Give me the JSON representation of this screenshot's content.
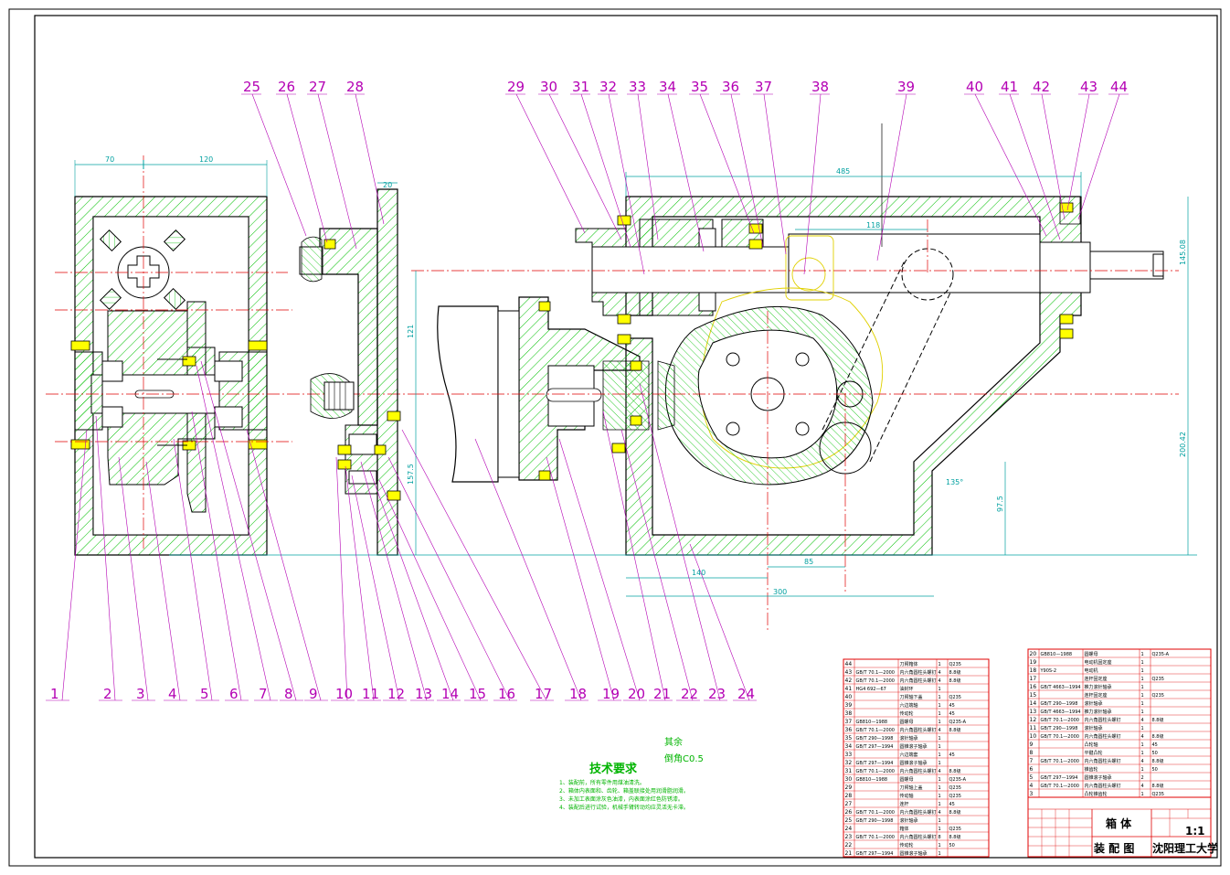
{
  "balloons_top": [
    "25",
    "26",
    "27",
    "28",
    "29",
    "30",
    "31",
    "32",
    "33",
    "34",
    "35",
    "36",
    "37",
    "38",
    "39",
    "40",
    "41",
    "42",
    "43",
    "44"
  ],
  "balloons_bottom": [
    "1",
    "2",
    "3",
    "4",
    "5",
    "6",
    "7",
    "8",
    "9",
    "10",
    "11",
    "12",
    "13",
    "14",
    "15",
    "16",
    "17",
    "18",
    "19",
    "20",
    "21",
    "22",
    "23",
    "24"
  ],
  "dimensions": {
    "d70": "70",
    "d120": "120",
    "d20": "20",
    "d485": "485",
    "d118": "118",
    "d140": "140",
    "d300": "300",
    "d85": "85",
    "d97_5": "97.5",
    "d145_8": "145.08",
    "d200_42": "200.42",
    "d157_5": "157.5",
    "d121": "121",
    "d135": "135°"
  },
  "tech_requirements": {
    "title": "技术要求",
    "lines": [
      "1、装配前，所有零件用煤油清洗。",
      "2、箱体内表面和、齿轮、箱盖联接处用润滑脂润滑。",
      "3、未加工表面涂灰色油漆，内表面涂红色防锈漆。",
      "4、装配后进行试验，机械手臂转动均应灵活无卡滞。"
    ]
  },
  "roughness": {
    "line1": "其余",
    "line2": "倒角C0.5"
  },
  "bom_left": [
    {
      "no": "44",
      "name": "刀臂箱体",
      "qty": "1",
      "mat": "Q235",
      "std": ""
    },
    {
      "no": "43",
      "name": "内六角圆柱头螺钉",
      "qty": "4",
      "mat": "8.8级",
      "std": "GB/T 70.1—2000"
    },
    {
      "no": "42",
      "name": "内六角圆柱头螺钉",
      "qty": "4",
      "mat": "8.8级",
      "std": "GB/T 70.1—2000"
    },
    {
      "no": "41",
      "name": "油封环",
      "qty": "1",
      "mat": "",
      "std": "HG4 692—67"
    },
    {
      "no": "40",
      "name": "刀臂轴下盖",
      "qty": "1",
      "mat": "Q235",
      "std": ""
    },
    {
      "no": "39",
      "name": "六边端轴",
      "qty": "1",
      "mat": "45",
      "std": ""
    },
    {
      "no": "38",
      "name": "传动轮",
      "qty": "1",
      "mat": "45",
      "std": ""
    },
    {
      "no": "37",
      "name": "圆螺母",
      "qty": "1",
      "mat": "Q235-A",
      "std": "GB810—1988"
    },
    {
      "no": "36",
      "name": "内六角圆柱头螺钉",
      "qty": "4",
      "mat": "8.8级",
      "std": "GB/T 70.1—2000"
    },
    {
      "no": "35",
      "name": "滚针轴承",
      "qty": "1",
      "mat": "",
      "std": "GB/T 290—1998"
    },
    {
      "no": "34",
      "name": "圆锥滚子轴承",
      "qty": "1",
      "mat": "",
      "std": "GB/T 297—1994"
    },
    {
      "no": "33",
      "name": "六边端套",
      "qty": "1",
      "mat": "45",
      "std": ""
    },
    {
      "no": "32",
      "name": "圆锥滚子轴承",
      "qty": "1",
      "mat": "",
      "std": "GB/T 297—1994"
    },
    {
      "no": "31",
      "name": "内六角圆柱头螺钉",
      "qty": "4",
      "mat": "8.8级",
      "std": "GB/T 70.1—2000"
    },
    {
      "no": "30",
      "name": "圆螺母",
      "qty": "1",
      "mat": "Q235-A",
      "std": "GB810—1988"
    },
    {
      "no": "29",
      "name": "刀臂轴上盖",
      "qty": "1",
      "mat": "Q235",
      "std": ""
    },
    {
      "no": "28",
      "name": "传动轴",
      "qty": "1",
      "mat": "Q235",
      "std": ""
    },
    {
      "no": "27",
      "name": "连杆",
      "qty": "1",
      "mat": "45",
      "std": ""
    },
    {
      "no": "26",
      "name": "内六角圆柱头螺钉",
      "qty": "4",
      "mat": "8.8级",
      "std": "GB/T 70.1—2000"
    },
    {
      "no": "25",
      "name": "滚针轴承",
      "qty": "1",
      "mat": "",
      "std": "GB/T 290—1998"
    },
    {
      "no": "24",
      "name": "箱体",
      "qty": "1",
      "mat": "Q235",
      "std": ""
    },
    {
      "no": "23",
      "name": "内六角圆柱头螺钉",
      "qty": "8",
      "mat": "8.8级",
      "std": "GB/T 70.1—2000"
    },
    {
      "no": "22",
      "name": "传动轮",
      "qty": "1",
      "mat": "50",
      "std": ""
    },
    {
      "no": "21",
      "name": "圆锥滚子轴承",
      "qty": "1",
      "mat": "",
      "std": "GB/T 297—1994"
    }
  ],
  "bom_right": [
    {
      "no": "20",
      "name": "圆螺母",
      "qty": "1",
      "mat": "Q235-A",
      "std": "GB810—1988"
    },
    {
      "no": "19",
      "name": "电动机固定座",
      "qty": "1",
      "mat": "",
      "std": ""
    },
    {
      "no": "18",
      "name": "电动机",
      "qty": "1",
      "mat": "",
      "std": "Y90S-2"
    },
    {
      "no": "17",
      "name": "连杆固定座",
      "qty": "1",
      "mat": "Q235",
      "std": ""
    },
    {
      "no": "16",
      "name": "推力滚针轴承",
      "qty": "1",
      "mat": "",
      "std": "GB/T 4663—1994"
    },
    {
      "no": "15",
      "name": "连杆固定座",
      "qty": "1",
      "mat": "Q235",
      "std": ""
    },
    {
      "no": "14",
      "name": "滚针轴承",
      "qty": "1",
      "mat": "",
      "std": "GB/T 290—1998"
    },
    {
      "no": "13",
      "name": "推力滚针轴承",
      "qty": "1",
      "mat": "",
      "std": "GB/T 4663—1994"
    },
    {
      "no": "12",
      "name": "内六角圆柱头螺钉",
      "qty": "4",
      "mat": "8.8级",
      "std": "GB/T 70.1—2000"
    },
    {
      "no": "11",
      "name": "滚针轴承",
      "qty": "1",
      "mat": "",
      "std": "GB/T 290—1998"
    },
    {
      "no": "10",
      "name": "内六角圆柱头螺钉",
      "qty": "4",
      "mat": "8.8级",
      "std": "GB/T 70.1—2000"
    },
    {
      "no": "9",
      "name": "凸轮轴",
      "qty": "1",
      "mat": "45",
      "std": ""
    },
    {
      "no": "8",
      "name": "平键凸轮",
      "qty": "1",
      "mat": "50",
      "std": ""
    },
    {
      "no": "7",
      "name": "内六角圆柱头螺钉",
      "qty": "4",
      "mat": "8.8级",
      "std": "GB/T 70.1—2000"
    },
    {
      "no": "6",
      "name": "锥齿轮",
      "qty": "1",
      "mat": "50",
      "std": ""
    },
    {
      "no": "5",
      "name": "圆锥滚子轴承",
      "qty": "2",
      "mat": "",
      "std": "GB/T 297—1994"
    },
    {
      "no": "4",
      "name": "内六角圆柱头螺钉",
      "qty": "4",
      "mat": "8.8级",
      "std": "GB/T 70.1—2000"
    },
    {
      "no": "3",
      "name": "凸轮锥齿轮",
      "qty": "1",
      "mat": "Q235",
      "std": ""
    }
  ],
  "title_block": {
    "part_name": "箱 体",
    "scale": "1:1",
    "drawing_type": "装 配 图",
    "school": "沈阳理工大学"
  }
}
